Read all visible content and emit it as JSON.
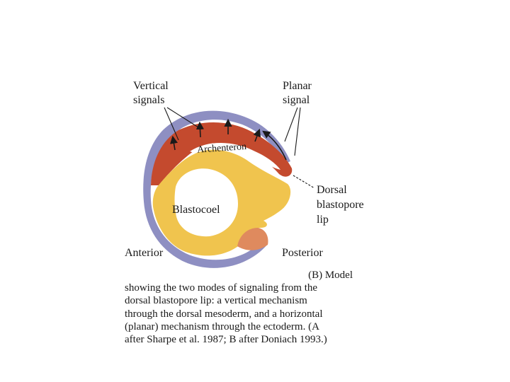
{
  "colors": {
    "ectoderm": "#8e8fc2",
    "mesoderm": "#c44a2e",
    "endoderm": "#f0c44e",
    "posterior_patch": "#df8a5e",
    "cavity": "#ffffff",
    "ink": "#1a1a1a"
  },
  "labels": {
    "vertical_signals": [
      "Vertical",
      "signals"
    ],
    "planar_signal": [
      "Planar",
      "signal"
    ],
    "archenteron": "Archenteron",
    "blastocoel": "Blastocoel",
    "dorsal_lip": [
      "Dorsal",
      "blastopore",
      "lip"
    ],
    "anterior": "Anterior",
    "posterior": "Posterior"
  },
  "caption": [
    "(B) Model",
    "showing the two modes of signaling from the",
    "dorsal blastopore lip: a vertical mechanism",
    "through the dorsal mesoderm, and a horizontal",
    "(planar) mechanism through the ectoderm. (A",
    "after Sharpe et al. 1987; B after Doniach 1993.)"
  ]
}
